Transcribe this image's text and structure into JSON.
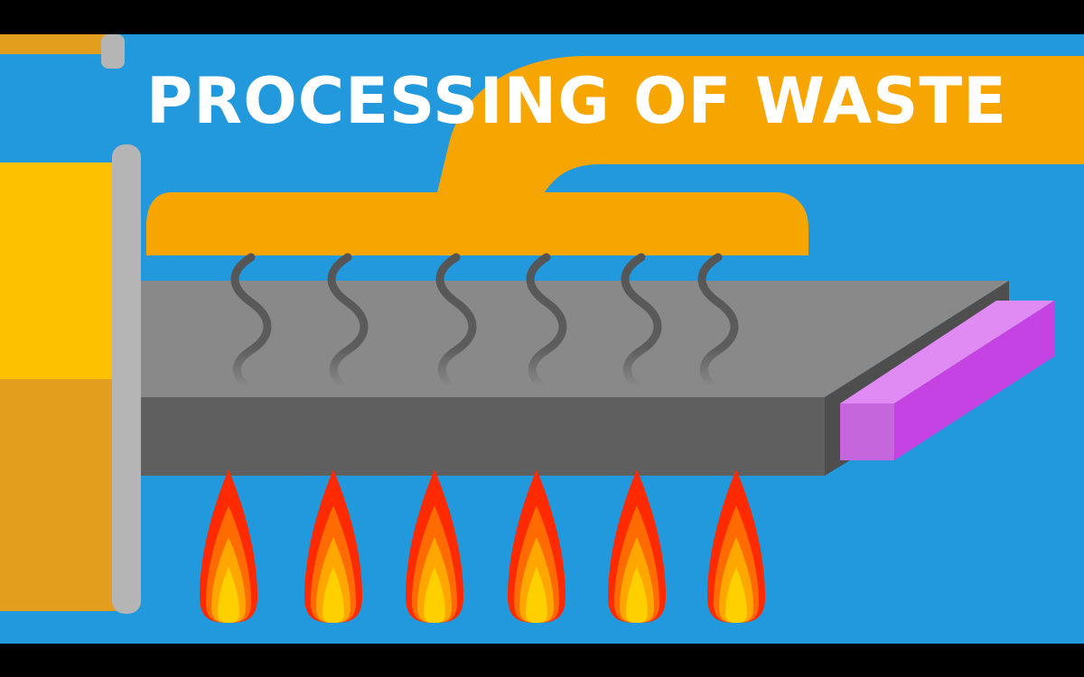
{
  "title": "PROCESSING OF WASTE",
  "palette": {
    "sky": "#2299dd",
    "letterbox": "#000000",
    "pipe": "#f7a500",
    "drum_top": "#fdc100",
    "drum_bottom": "#e29e1c",
    "drum_ring": "#b5b5b5",
    "conveyor_top": "#898989",
    "conveyor_front": "#5f5f5f",
    "conveyor_edge": "#4e4e4e",
    "vapor": "#555555",
    "output_block": "#c542e3",
    "flame_outer": "#ff2a00",
    "flame_mid": "#ff6b00",
    "flame_inner": "#ffa600",
    "flame_core": "#ffd000"
  },
  "elements": {
    "vapor_count": 6,
    "flame_count": 6
  }
}
